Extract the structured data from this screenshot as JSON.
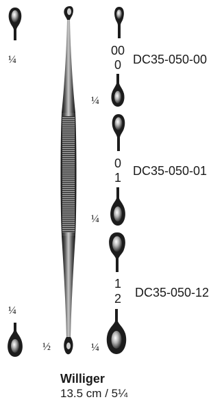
{
  "product": {
    "name": "Williger",
    "dimensions": "13.5 cm / 5¼"
  },
  "instrument_scale": {
    "top_left": "¼",
    "bottom_left": "¼",
    "bottom_center": "½"
  },
  "variants": [
    {
      "code": "DC35-050-00",
      "size_top": "00",
      "size_bottom": "0",
      "scale": "¼"
    },
    {
      "code": "DC35-050-01",
      "size_top": "0",
      "size_bottom": "1",
      "scale": "¼"
    },
    {
      "code": "DC35-050-12",
      "size_top": "1",
      "size_bottom": "2",
      "scale": "¼"
    }
  ],
  "colors": {
    "metal_dark": "#1c1c1c",
    "metal_mid": "#6e6e6e",
    "metal_light": "#d9d9d9"
  }
}
